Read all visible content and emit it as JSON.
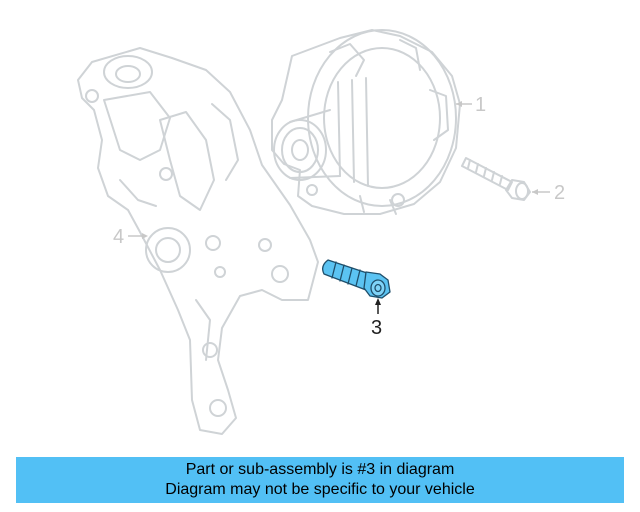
{
  "diagram": {
    "callouts": {
      "part1": "1",
      "part2": "2",
      "part3": "3",
      "part4": "4"
    },
    "colors": {
      "faded_line": "#cfd3d6",
      "highlight_fill": "#5bc3f2",
      "highlight_stroke": "#1f4f6b",
      "active_text": "#222222"
    },
    "highlighted_part": "3",
    "icons": [
      "alternator-icon",
      "bracket-icon",
      "bolt-icon",
      "bolt-highlight-icon"
    ]
  },
  "banner": {
    "line1": "Part or sub-assembly is #3 in diagram",
    "line2": "Diagram may not be specific to your vehicle",
    "color": "#52c0f5"
  }
}
